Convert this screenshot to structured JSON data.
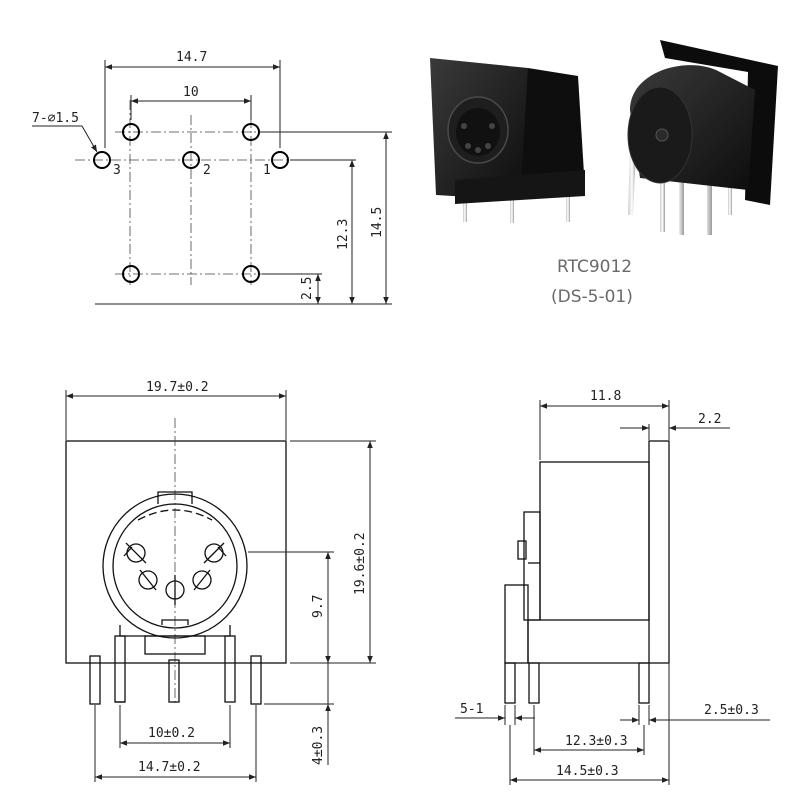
{
  "footprint": {
    "hole_spec": "7-⌀1.5",
    "width_dim": "14.7",
    "pitch_dim": "10",
    "height_dim": "14.5",
    "row_dim": "12.3",
    "offset_dim": "2.5",
    "pin_labels": [
      "3",
      "2",
      "1"
    ]
  },
  "product": {
    "model": "RTC9012",
    "part_number": "(DS-5-01)"
  },
  "front_view": {
    "width_dim": "19.7±0.2",
    "height_dim": "19.6±0.2",
    "center_dim": "9.7",
    "pin_pitch_dim": "10±0.2",
    "pin_span_dim": "14.7±0.2",
    "pin_length_dim": "4±0.3"
  },
  "side_view": {
    "depth_dim": "11.8",
    "flange_dim": "2.2",
    "pin_gap_dim": "5-1",
    "rear_pin_dim": "2.5±0.3",
    "row_span_dim": "12.3±0.3",
    "total_span_dim": "14.5±0.3"
  }
}
